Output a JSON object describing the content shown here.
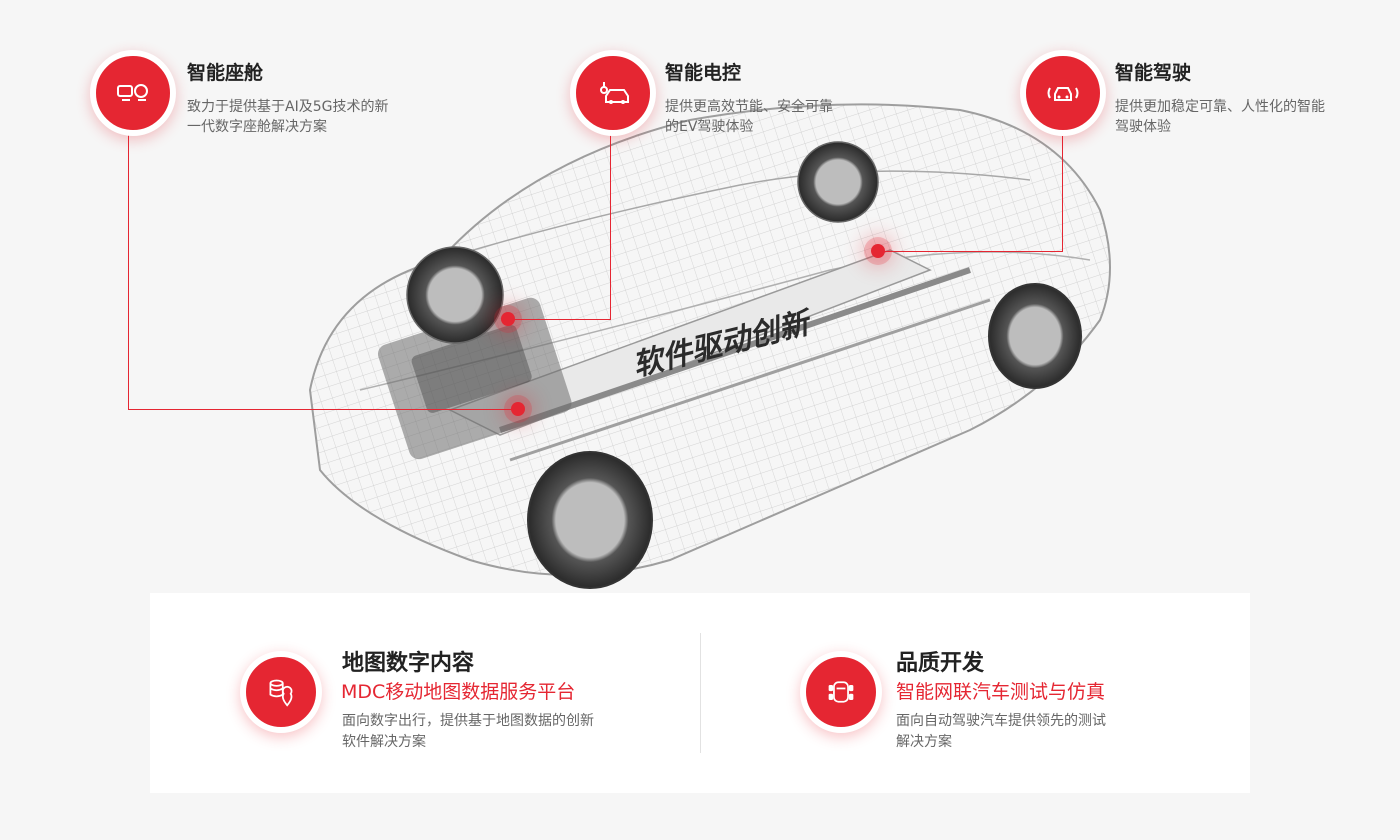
{
  "features": [
    {
      "title": "智能座舱",
      "desc": "致力于提供基于AI及5G技术的新一代数字座舱解决方案",
      "icon": "cockpit-icon"
    },
    {
      "title": "智能电控",
      "desc": "提供更高效节能、安全可靠的EV驾驶体验",
      "icon": "ev-charging-icon"
    },
    {
      "title": "智能驾驶",
      "desc": "提供更加稳定可靠、人性化的智能驾驶体验",
      "icon": "autonomous-car-icon"
    }
  ],
  "car_slogan": "软件驱动创新",
  "bottom": [
    {
      "title": "地图数字内容",
      "subtitle": "MDC移动地图数据服务平台",
      "desc": "面向数字出行，提供基于地图数据的创新软件解决方案",
      "icon": "map-data-icon"
    },
    {
      "title": "品质开发",
      "subtitle": "智能网联汽车测试与仿真",
      "desc": "面向自动驾驶汽车提供领先的测试解决方案",
      "icon": "car-test-icon"
    }
  ],
  "colors": {
    "accent": "#e52632",
    "background": "#f6f6f6",
    "panel": "#ffffff"
  }
}
